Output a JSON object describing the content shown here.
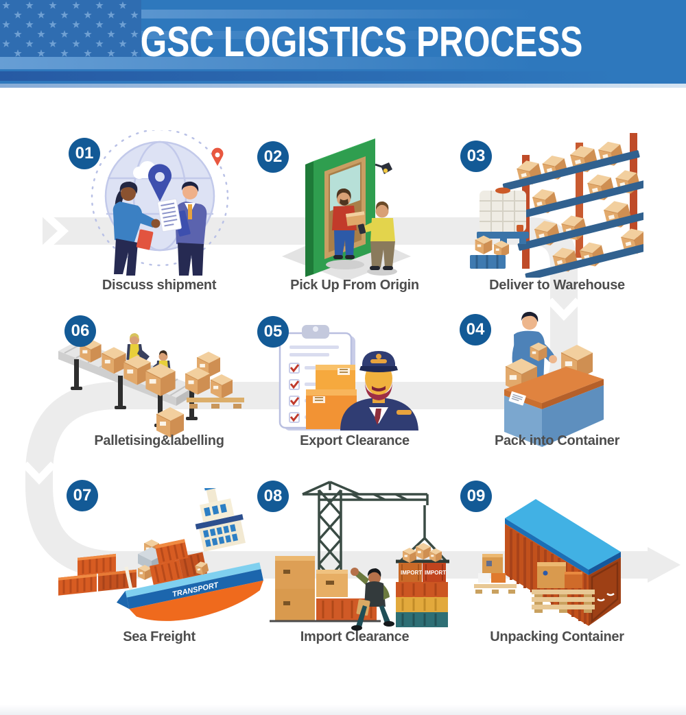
{
  "header": {
    "title": "GSC LOGISTICS PROCESS",
    "flag": "us-flag-decoration"
  },
  "palette": {
    "banner_blue": "#2e78bd",
    "flag_field_blue": "#2f6db1",
    "flag_star_blue": "#6fa0d3",
    "stripe_light_blue": "#6aa0d6",
    "stripe_dark_blue": "#24509b",
    "arrow_gray": "#ececec",
    "badge_blue": "#135a96",
    "label_gray": "#4d4d4d",
    "container_orange": "#d75c22",
    "shelf_blue": "#31618f",
    "door_green": "#2f9e4f",
    "ship_band_blue": "#1c66ad",
    "box_tan": "#e2a96b"
  },
  "steps": [
    {
      "number": "01",
      "label": "Discuss shipment",
      "icon": "handshake-globe"
    },
    {
      "number": "02",
      "label": "Pick Up From Origin",
      "icon": "door-pickup"
    },
    {
      "number": "03",
      "label": "Deliver to Warehouse",
      "icon": "warehouse-rack"
    },
    {
      "number": "06",
      "label": "Palletising&labelling",
      "icon": "conveyor-pallet"
    },
    {
      "number": "05",
      "label": "Export Clearance",
      "icon": "customs-officer-checklist"
    },
    {
      "number": "04",
      "label": "Pack into Container",
      "icon": "packing-table"
    },
    {
      "number": "07",
      "label": "Sea Freight",
      "icon": "container-ship",
      "illustration_text": "TRANSPORT"
    },
    {
      "number": "08",
      "label": "Import Clearance",
      "icon": "port-crane",
      "illustration_text": "IMPORT"
    },
    {
      "number": "09",
      "label": "Unpacking Container",
      "icon": "shipping-container-pallets"
    }
  ]
}
